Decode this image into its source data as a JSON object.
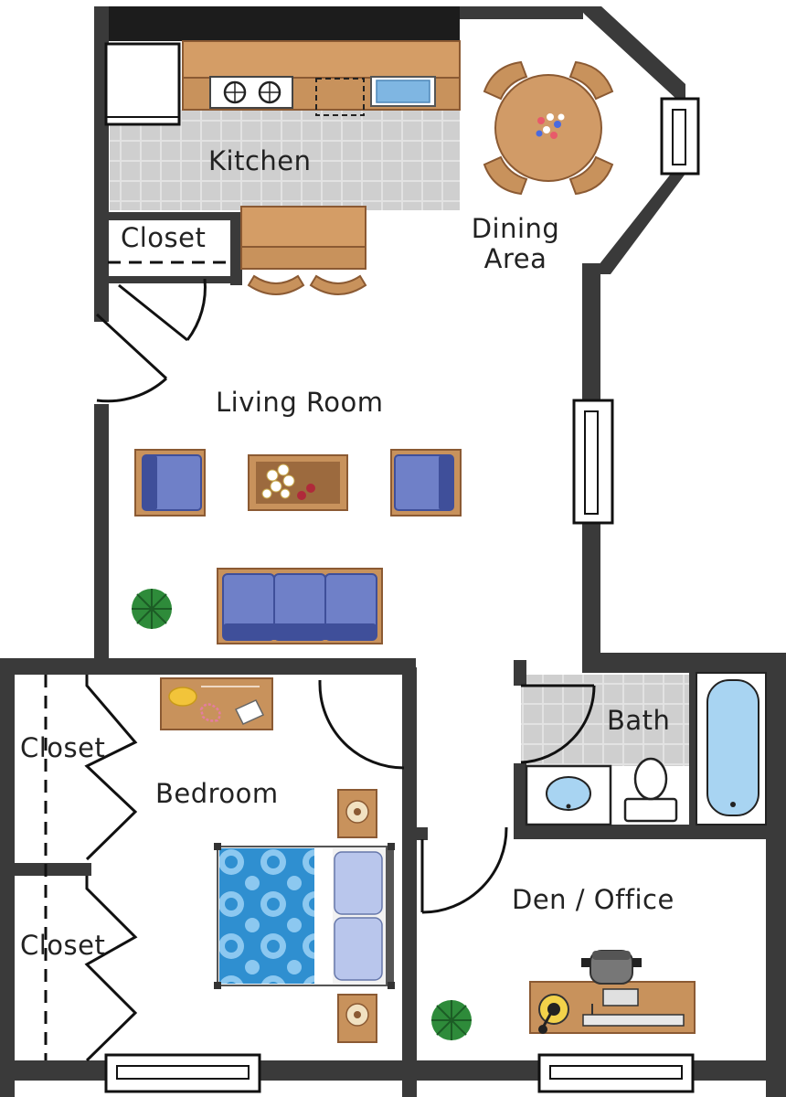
{
  "rooms": {
    "kitchen": "Kitchen",
    "dining_line1": "Dining",
    "dining_line2": "Area",
    "closet_kitchen": "Closet",
    "living": "Living Room",
    "bedroom": "Bedroom",
    "closet_bed_upper": "Closet",
    "closet_bed_lower": "Closet",
    "bath": "Bath",
    "den": "Den / Office"
  },
  "colors": {
    "wall": "#3a3a3a",
    "wall_dark": "#1c1c1c",
    "wood": "#c8925c",
    "wood_dark": "#8b5a33",
    "tile": "#d8d8d8",
    "sofa": "#6f80c8",
    "sofa_dark": "#3f4f9a",
    "water": "#a8d4f2",
    "plant": "#2e8b3a",
    "bed_blue": "#2f8fd0",
    "pillow": "#b9c6ec"
  }
}
